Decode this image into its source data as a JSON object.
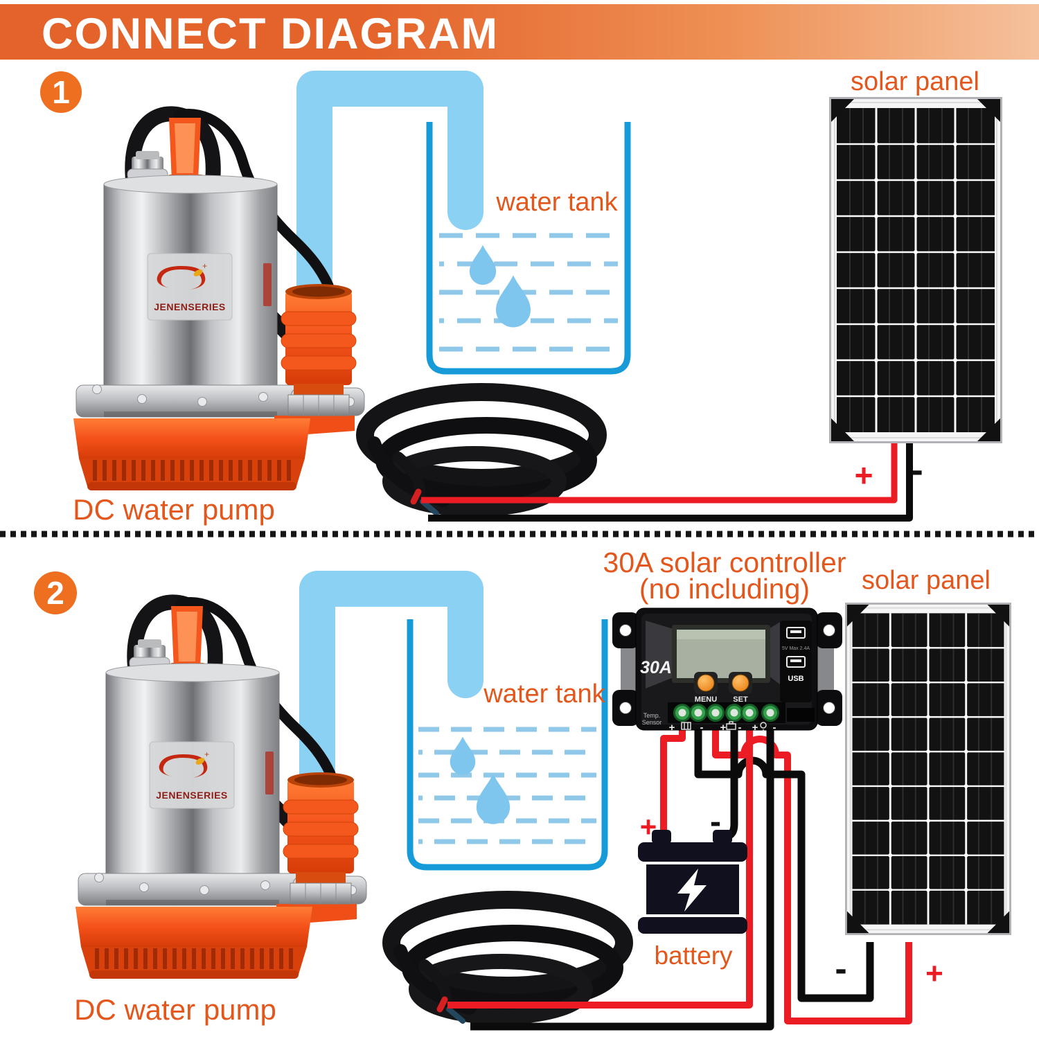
{
  "header": {
    "title": "CONNECT DIAGRAM"
  },
  "colors": {
    "header_orange": "#e4632a",
    "header_fade": "#f5c19c",
    "badge_orange": "#ee6f1f",
    "label_orange": "#e4571c",
    "pipe_blue": "#8bd1f3",
    "tank_blue": "#179bd8",
    "dash_blue": "#8fc8e8",
    "droplet_blue": "#7fc6ee",
    "wire_red": "#ec1c24",
    "wire_black": "#0b0b0b"
  },
  "sections": [
    {
      "badge": "1",
      "pump_label": "DC water pump",
      "tank_label": "water tank",
      "panel_label": "solar panel",
      "plus": "+",
      "minus": "-"
    },
    {
      "badge": "2",
      "pump_label": "DC water pump",
      "tank_label": "water tank",
      "panel_label": "solar panel",
      "controller_title": "30A solar controller",
      "controller_subtitle": "(no including)",
      "battery_label": "battery",
      "battery_plus": "+",
      "battery_minus": "-",
      "panel_plus": "+",
      "panel_minus": "-"
    }
  ],
  "controller": {
    "model": "30A",
    "menu": "MENU",
    "set": "SET",
    "usb": "USB",
    "usb_spec": "5V Max 2.4A",
    "temp_line1": "Temp.",
    "temp_line2": "Sensor",
    "plus": "+",
    "minus": "-"
  },
  "pump": {
    "brand": "JENENSERIES"
  }
}
